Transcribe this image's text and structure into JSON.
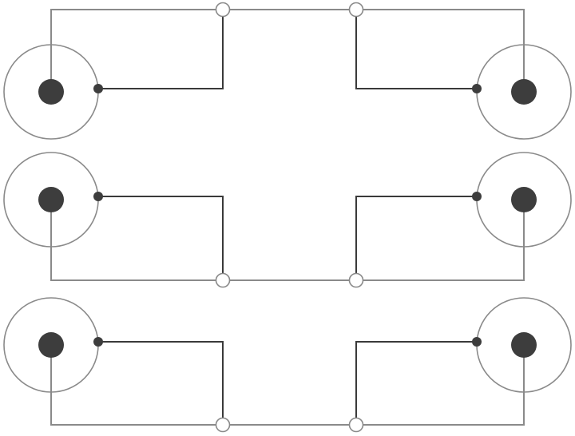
{
  "diagram": {
    "kind": "wiring schematic",
    "connector_count_per_side": 3,
    "cable_count": 3,
    "colors": {
      "background": "#ffffff",
      "shield_wire": "#8a8a8a",
      "signal_wire": "#3a3a3a",
      "jack_outline": "#8a8a8a",
      "jack_pin": "#3d3d3d",
      "junction_fill": "#ffffff"
    },
    "connectors": [
      {
        "side": "left",
        "row": 1
      },
      {
        "side": "left",
        "row": 2
      },
      {
        "side": "left",
        "row": 3
      },
      {
        "side": "right",
        "row": 1
      },
      {
        "side": "right",
        "row": 2
      },
      {
        "side": "right",
        "row": 3
      }
    ]
  }
}
